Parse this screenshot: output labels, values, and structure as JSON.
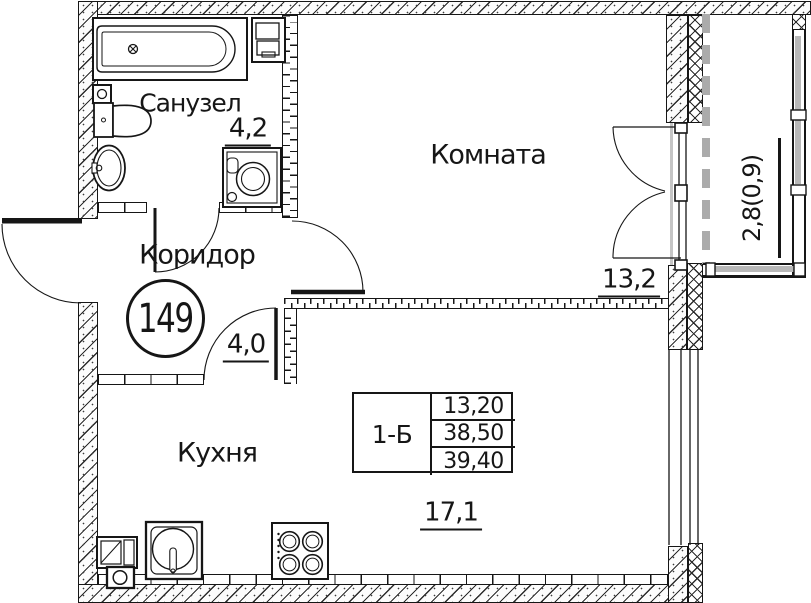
{
  "drawing": {
    "apartment_number": "149",
    "rooms": {
      "bathroom": {
        "label": "Санузел",
        "area": "4,2"
      },
      "living_room": {
        "label": "Комната",
        "area": "13,2"
      },
      "corridor": {
        "label": "Коридор",
        "area": "4,0"
      },
      "kitchen": {
        "label": "Кухня",
        "area": "17,1"
      },
      "balcony": {
        "area": "2,8(0,9)"
      }
    },
    "info_table": {
      "type": "1-Б",
      "living_area": "13,20",
      "floor_area": "38,50",
      "total_area": "39,40"
    },
    "colors": {
      "line": "#161616",
      "glazing_gray": "#b8b8b8",
      "dashed_gray": "#ababab"
    }
  }
}
